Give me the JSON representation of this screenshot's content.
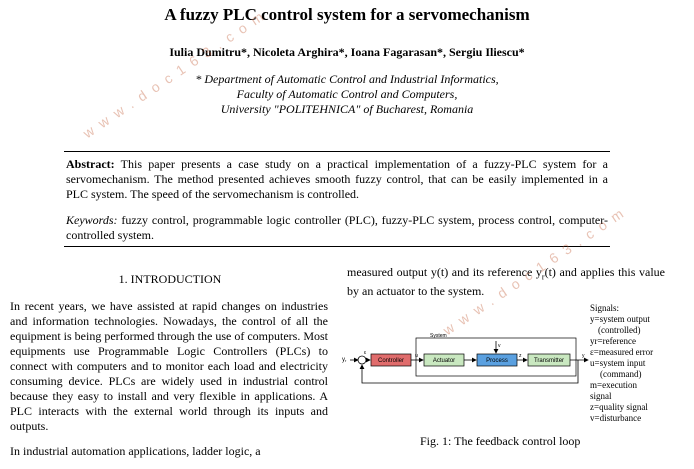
{
  "paper": {
    "title": "A fuzzy PLC control system for a servomechanism",
    "authors": "Iulia Dumitru*, Nicoleta Arghira*, Ioana Fagarasan*, Sergiu Iliescu*",
    "affiliation": [
      "* Department of Automatic Control and Industrial Informatics,",
      "Faculty of Automatic Control and Computers,",
      "University \"POLITEHNICA\" of Bucharest, Romania"
    ],
    "abstract_label": "Abstract:",
    "abstract_text": "This paper presents a case study on a practical implementation of a fuzzy-PLC system for a servomechanism. The method presented achieves smooth fuzzy control, that can be easily implemented in a PLC system. The speed of the servomechanism is controlled.",
    "keywords_label": "Keywords:",
    "keywords_text": "fuzzy control, programmable logic controller (PLC), fuzzy-PLC system, process control, computer-controlled system.",
    "section_heading": "1. INTRODUCTION",
    "intro_paragraph_1": "In recent years, we have assisted at rapid changes on industries and information technologies. Nowadays, the control of all the equipment is being performed through the use of computers. Most equipments use Programmable Logic Controllers (PLCs) to connect with computers and to monitor each load and electricity consuming device. PLCs are widely used in industrial control because they easy to install and very flexible in applications. A PLC interacts with the external world through its inputs and outputs.",
    "intro_paragraph_2": "In industrial automation applications, ladder logic, a",
    "right_column_part1": "measured output y(t) and its reference y",
    "right_column_sub": "r",
    "right_column_part2": "(t) and applies this value by an actuator to the system.",
    "watermark": "www.doc163.com"
  },
  "figure": {
    "caption": "Fig. 1: The feedback control loop",
    "blocks": {
      "controller": "Controller",
      "actuator": "Actuator",
      "process": "Process",
      "transmitter": "Transmitter",
      "system": "System"
    },
    "signal_labels": {
      "yr": "y",
      "yr_sub": "r",
      "e": "ε",
      "u": "u",
      "v": "v",
      "z": "z",
      "y": "y"
    },
    "legend_title": "Signals:",
    "legend": [
      "y=system output",
      "   (controlled)",
      "yr=reference",
      "ε=measured error",
      "u=system input",
      "   (command)",
      "m=execution",
      "signal",
      "z=quality signal",
      "v=disturbance"
    ],
    "colors": {
      "controller": "#e06c6c",
      "actuator": "#c9e8c0",
      "process": "#5aa0e0",
      "transmitter": "#c9e8c0"
    }
  }
}
